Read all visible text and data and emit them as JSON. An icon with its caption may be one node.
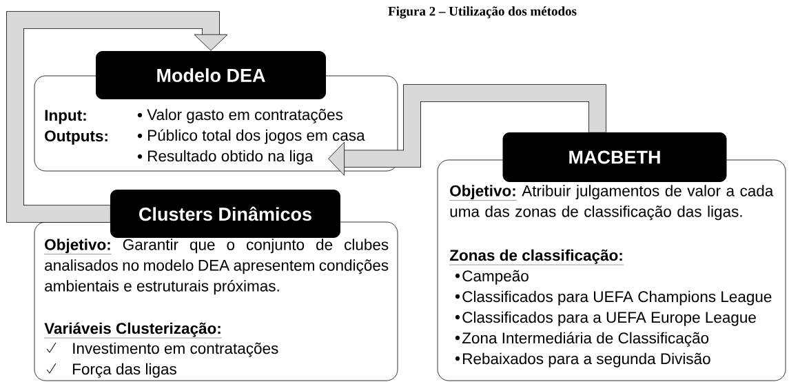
{
  "diagram": {
    "title": "Figura 2 – Utilização dos métodos",
    "nodes": [
      {
        "text": [
          "Modelo DEA",
          "Input:",
          "Outputs:",
          "Valor gasto em contratações",
          "Público total dos jogos em casa",
          "Resultado obtido na liga"
        ]
      },
      {
        "text": [
          "Clusters Dinâmicos",
          "Objetivo:",
          "Garantir que o conjunto de clubes analisados no modelo DEA apresentem condições ambientais e estruturais próximas.",
          "Variáveis Clusterização:",
          "Investimento em contratações",
          "Força das ligas"
        ]
      },
      {
        "text": [
          "MACBETH",
          "Objetivo:",
          "Atribuir julgamentos de valor a cada uma das zonas de classificação das ligas.",
          "Zonas de classificação:",
          "Campeão",
          "Classificados para UEFA Champions League",
          "Classificados para a UEFA Europe League",
          "Zona Intermediária de Classificação",
          "Rebaixados para a segunda Divisão"
        ]
      }
    ],
    "edges": [
      {
        "from": 1,
        "to": 0,
        "arrow": "to"
      },
      {
        "from": 2,
        "to": 0,
        "arrow": "to"
      }
    ]
  }
}
